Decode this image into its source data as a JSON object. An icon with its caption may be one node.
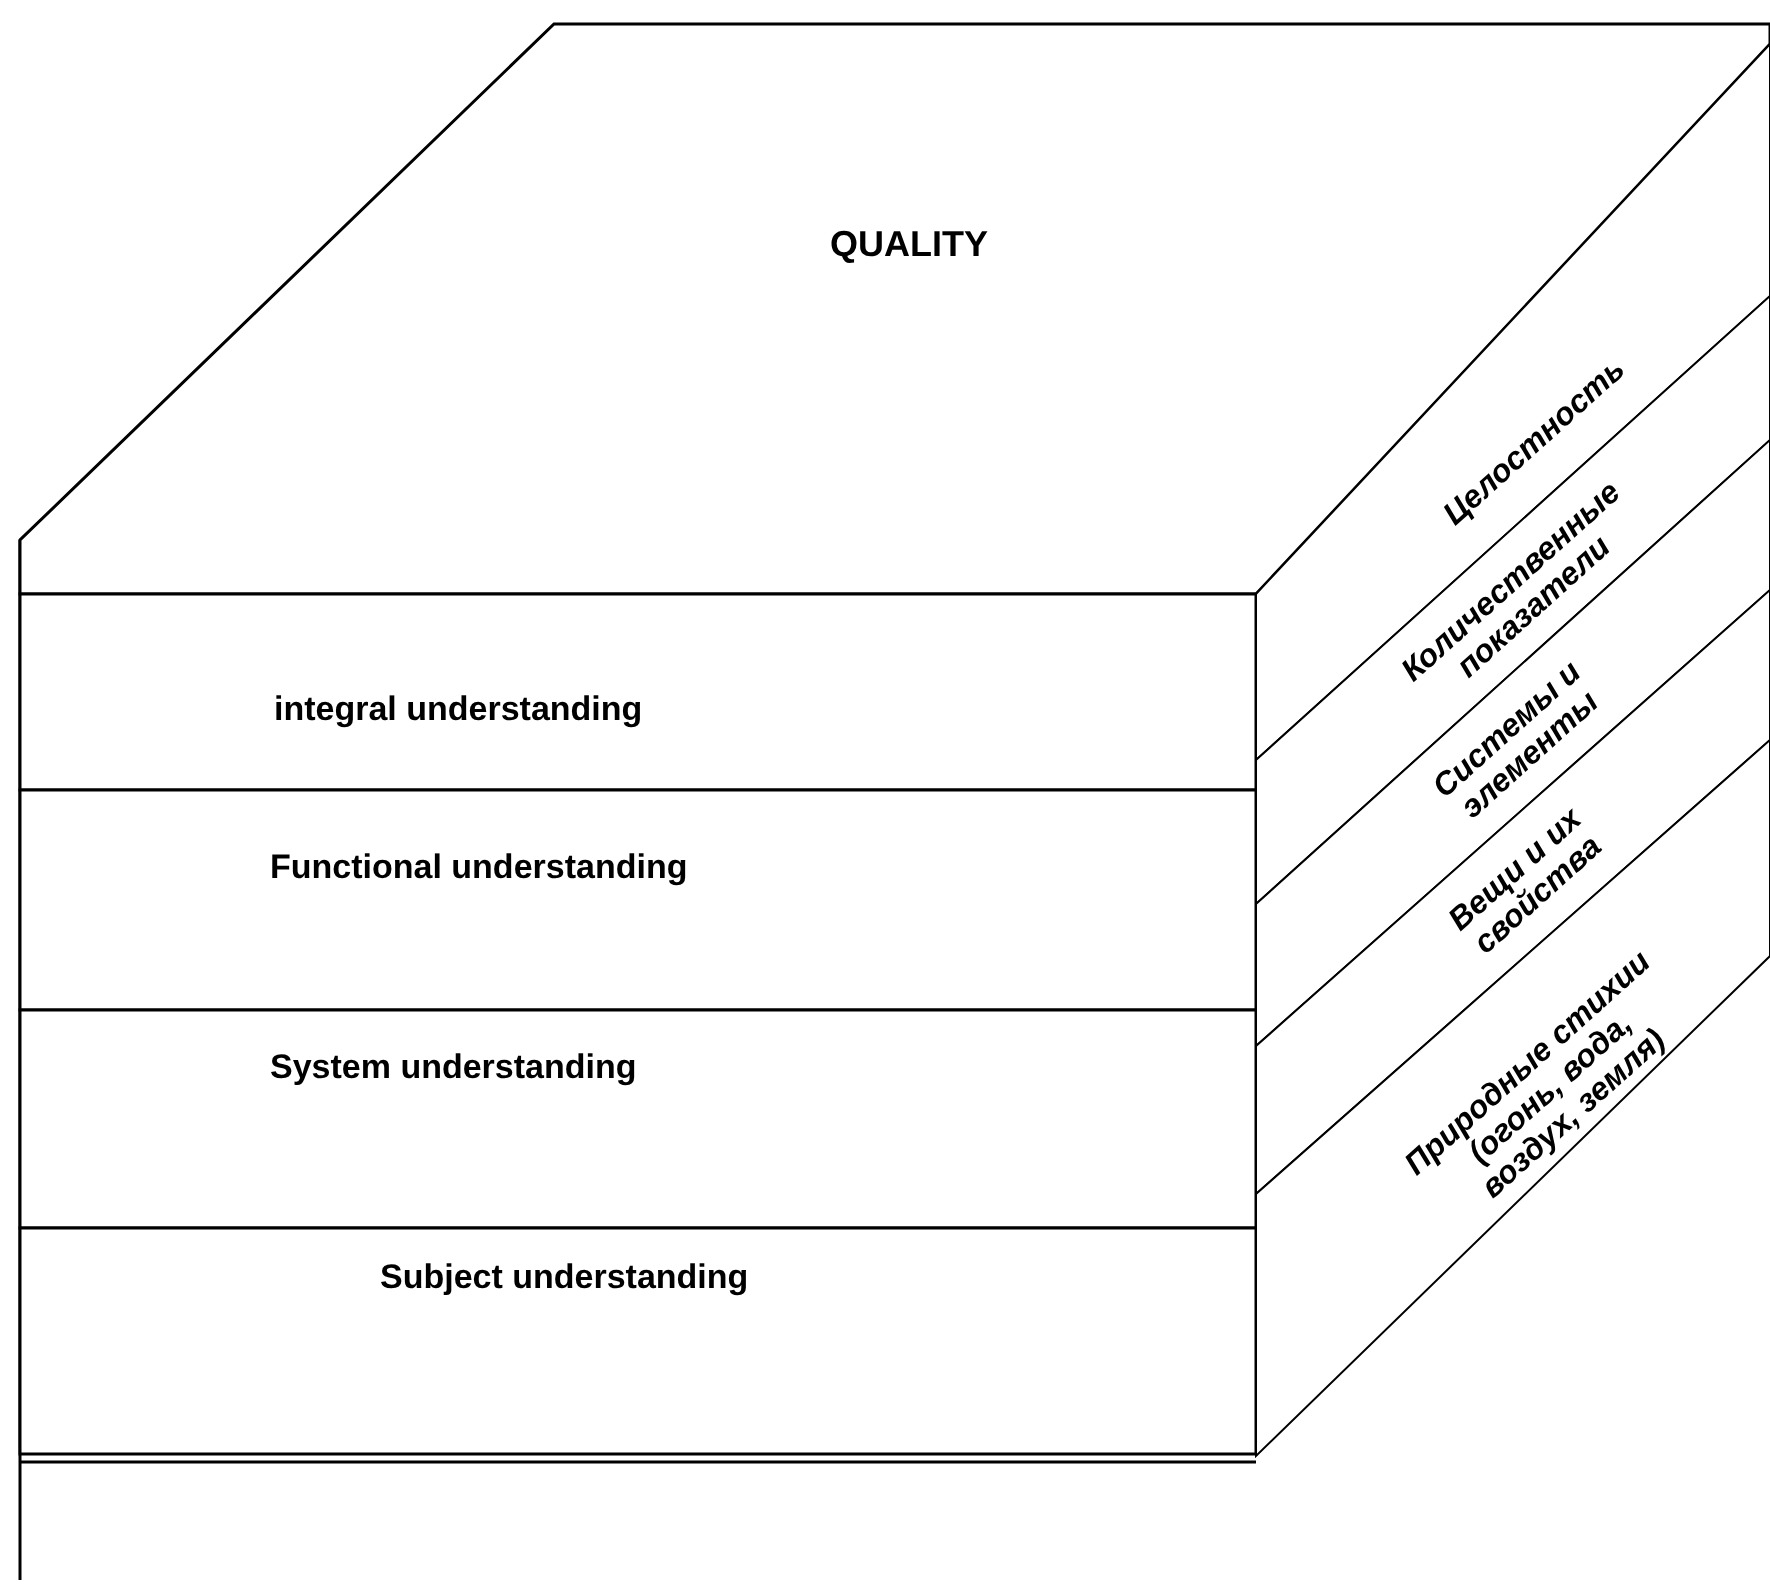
{
  "diagram": {
    "nodes": [
      {
        "text": [
          "QUALITY"
        ]
      },
      {
        "text": [
          "integral understanding"
        ]
      },
      {
        "text": [
          "Functional understanding"
        ]
      },
      {
        "text": [
          "System understanding"
        ]
      },
      {
        "text": [
          "Subject understanding"
        ]
      },
      {
        "text": [
          "Целостность"
        ]
      },
      {
        "text": [
          "Количественные показатели"
        ]
      },
      {
        "text": [
          "Системы и элементы"
        ]
      },
      {
        "text": [
          "Вещи и их свойства"
        ]
      },
      {
        "text": [
          "Природные стихии (огонь, вода, воздух, земля)"
        ]
      }
    ]
  }
}
